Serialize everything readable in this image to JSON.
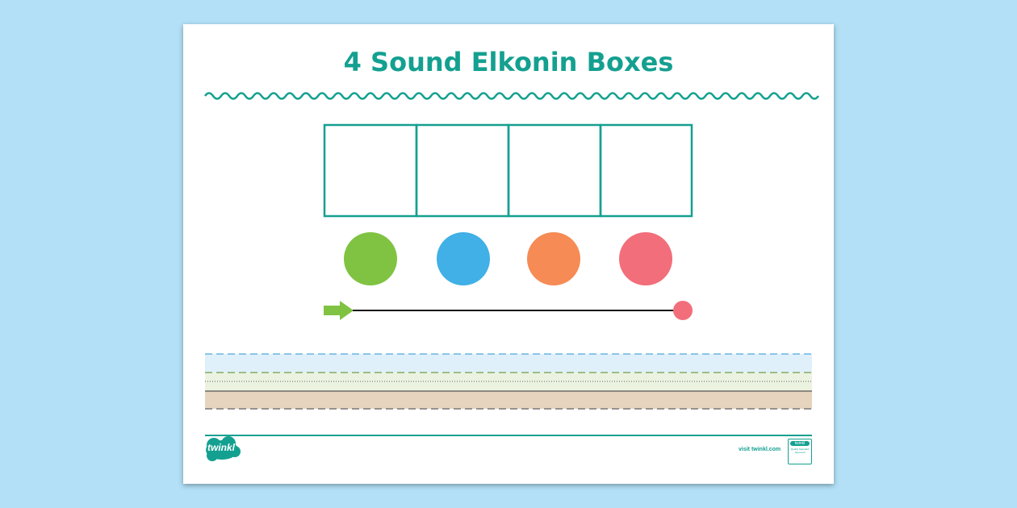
{
  "title": "4 Sound Elkonin Boxes",
  "boxes": 4,
  "circles": [
    {
      "color": "#80c342"
    },
    {
      "color": "#40b0e6"
    },
    {
      "color": "#f68b55"
    },
    {
      "color": "#f26e7a"
    }
  ],
  "accent_color": "#14a090",
  "footer": {
    "logo": "twinkl",
    "visit": "visit twinkl.com",
    "badge_logo": "twinkl",
    "badge_text": "Quality Standard Approved"
  }
}
